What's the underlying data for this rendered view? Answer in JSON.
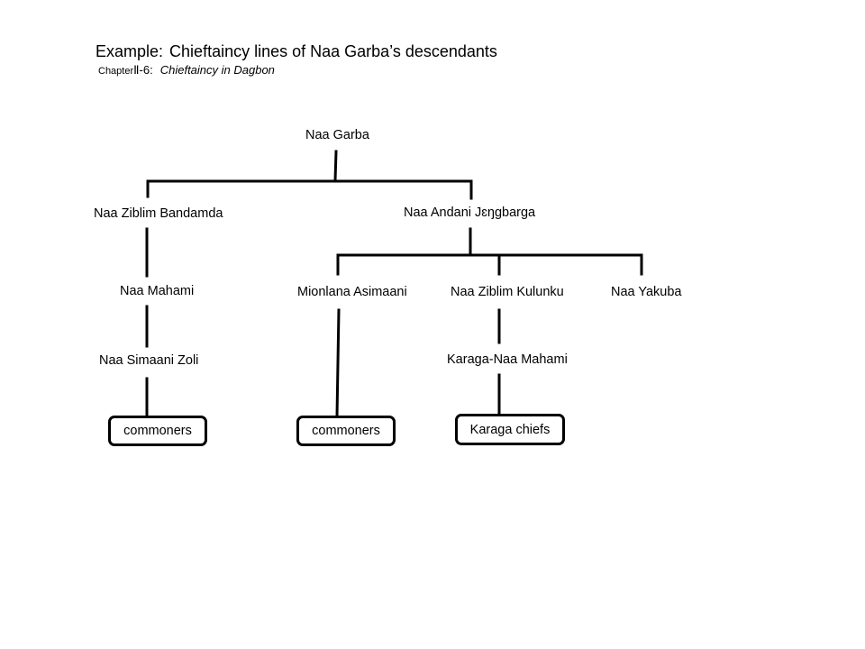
{
  "header": {
    "title_prefix": "Example:",
    "title": "Chieftaincy lines of Naa Garba’s descendants",
    "subtitle_prefix": "Chapter",
    "subtitle_number": "Ⅱ-6:",
    "subtitle": "Chieftaincy in Dagbon"
  },
  "tree": {
    "root": "Naa Garba",
    "left_branch": {
      "gen1": "Naa Ziblim Bandamda",
      "gen2": "Naa Mahami",
      "gen3": "Naa Simaani Zoli",
      "end": "commoners"
    },
    "right_branch": {
      "gen1": "Naa Andani Jɛŋgbarga",
      "children": {
        "first": {
          "name": "Mionlana Asimaani",
          "end": "commoners"
        },
        "second": {
          "name": "Naa Ziblim Kulunku",
          "gen3": "Karaga-Naa Mahami",
          "end": "Karaga chiefs"
        },
        "third": {
          "name": "Naa Yakuba"
        }
      }
    }
  }
}
